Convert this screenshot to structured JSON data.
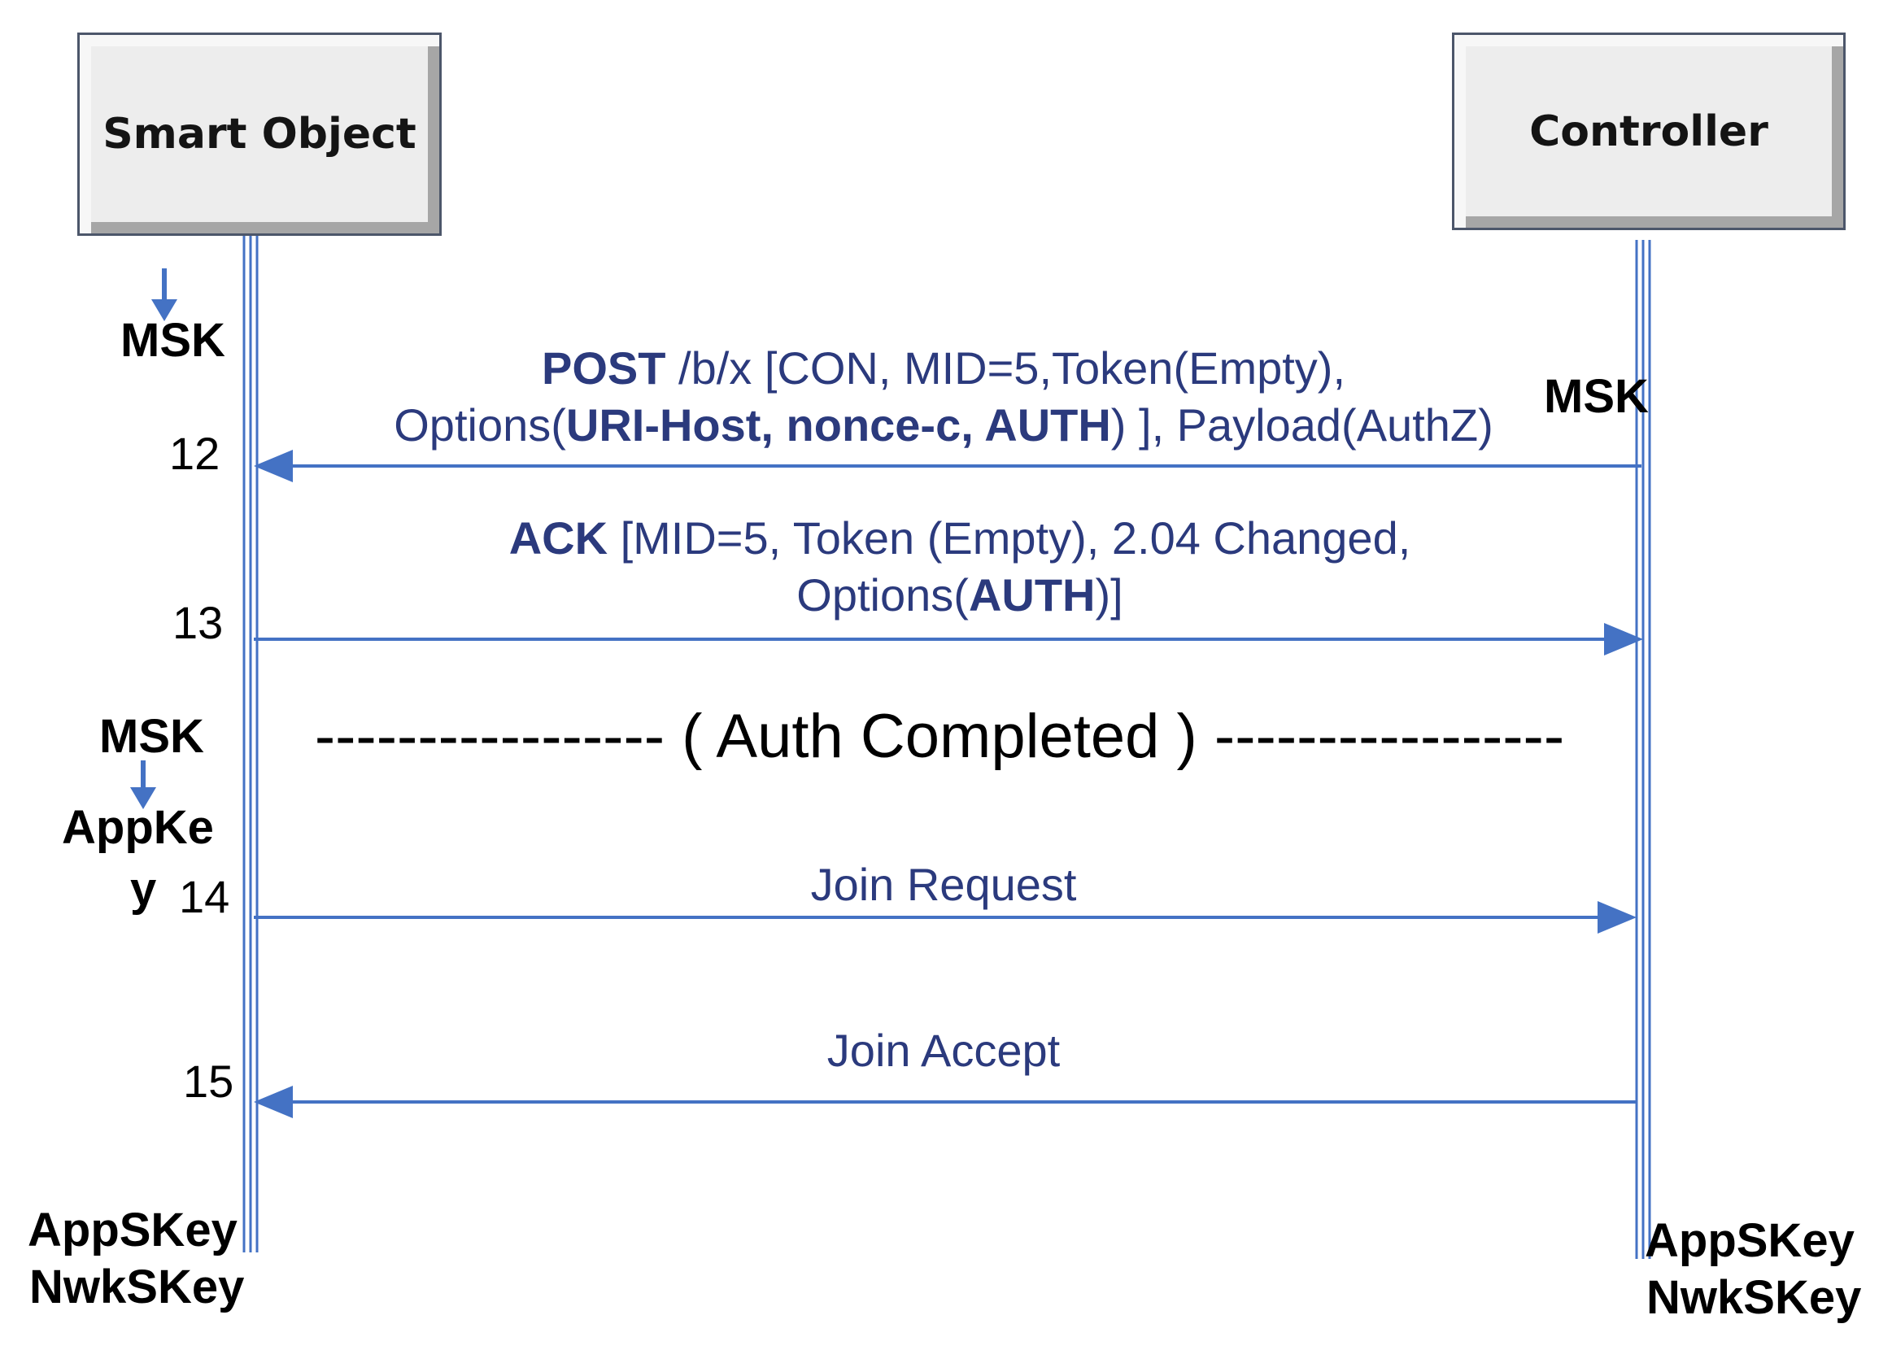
{
  "participants": {
    "left": "Smart Object",
    "right": "Controller"
  },
  "keys": {
    "left_top": "MSK",
    "right_top": "MSK",
    "left_mid": "MSK",
    "left_derived_1": "AppKe",
    "left_derived_2": "y",
    "left_bottom_1": "AppSKey",
    "left_bottom_2": "NwkSKey",
    "right_bottom_1": "AppSKey",
    "right_bottom_2": "NwkSKey"
  },
  "steps": {
    "s12": "12",
    "s13": "13",
    "s14": "14",
    "s15": "15"
  },
  "messages": {
    "m12": {
      "l1_bold": "POST",
      "l1_rest": " /b/x [CON, MID=5,Token(Empty),",
      "l2_pre": "Options(",
      "l2_bold": "URI-Host, nonce-c, AUTH",
      "l2_post": ") ], Payload(AuthZ)"
    },
    "m13": {
      "l1_bold": "ACK",
      "l1_rest": " [MID=5, Token (Empty), 2.04 Changed,",
      "l2_pre": "Options(",
      "l2_bold": "AUTH",
      "l2_post": ")]"
    },
    "m14": "Join Request",
    "m15": "Join Accept"
  },
  "separator": "----------------- ( Auth Completed ) -----------------",
  "colors": {
    "line": "#4472c4",
    "message_text": "#2b3a7d",
    "box_fill": "#ededed"
  }
}
